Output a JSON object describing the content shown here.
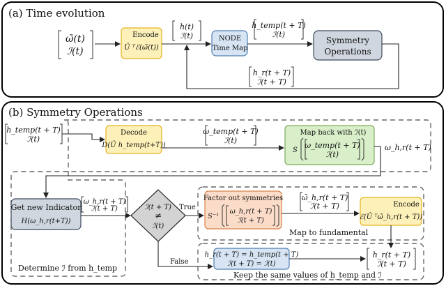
{
  "panel_a": {
    "title": "(a) Time evolution",
    "input_vec": [
      "ω̃(t)",
      "ℐ(t)"
    ],
    "encode": {
      "label": "Encode",
      "formula": "Û ᵀℰ(ω̃(t))"
    },
    "h_vec": [
      "h(t)",
      "ℐ(t)"
    ],
    "node": {
      "line1": "NODE",
      "line2": "Time Map"
    },
    "htemp_vec": [
      "h_temp(t + T)",
      "ℐ(t)"
    ],
    "symmetry": {
      "line1": "Symmetry",
      "line2": "Operations"
    },
    "feedback_vec": [
      "h_r(t + T)",
      "ℐ(t + T)"
    ]
  },
  "panel_b": {
    "title": "(b) Symmetry Operations",
    "htemp_vec": [
      "h_temp(t + T)",
      "ℐ(t)"
    ],
    "decode": {
      "label": "Decode",
      "formula": "D(Û h_temp(t+T))"
    },
    "omega_vec": [
      "ω_temp(t + T)",
      "ℐ(t)"
    ],
    "mapback": {
      "label": "Map back with ℐ(t)",
      "S": "S",
      "inner": [
        "ω_temp(t + T)",
        "ℐ(t)"
      ]
    },
    "omega_hr": "ω_h,r(t + T)",
    "indicator": {
      "label": "Get new Indicator",
      "formula": "H(ω_h,r(t+T))"
    },
    "indicator_in_vec": [
      "ω_h,r(t + T)",
      "ℐ(t + T)"
    ],
    "decision": {
      "top": "ℐ(t + T)",
      "neq": "≠",
      "bottom": "ℐ(t)"
    },
    "true_label": "True",
    "false_label": "False",
    "factor": {
      "label": "Factor out symmetries",
      "S_inv": "S⁻¹",
      "inner": [
        "ω_h,r(t + T)",
        "ℐ(t + T)"
      ]
    },
    "factor_out_vec": [
      "ω̃_h,r(t + T)",
      "ℐ(t + T)"
    ],
    "encode": {
      "label": "Encode",
      "formula": "ℰ(Û ᵀω̃_h,r(t + T))"
    },
    "map_fundamental": "Map to fundamental",
    "keep_box": [
      "h_r(t + T) = h_temp(t + T)",
      "ℐ(t + T) = ℐ(t)"
    ],
    "keep_label": "Keep the same values of h_temp and ℐ",
    "output_vec": [
      "h_r(t + T)",
      "ℐ(t + T)"
    ],
    "determine_label": "Determine ℐ from h_temp"
  }
}
